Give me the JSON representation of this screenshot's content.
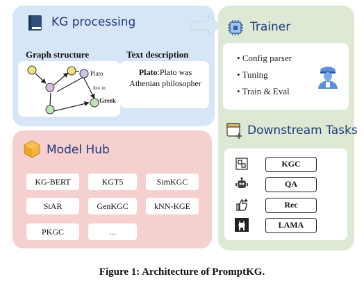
{
  "kg_processing": {
    "title": "KG processing",
    "icon": "book-icon",
    "graph_structure": {
      "label": "Graph structure",
      "node_labels": [
        "Plato",
        "Greek"
      ],
      "edge_label": "live in"
    },
    "text_description": {
      "label": "Text description",
      "entity": "Plato",
      "text": ":Plato was Athenian philosopher"
    }
  },
  "trainer": {
    "title": "Trainer",
    "icon": "chip-icon",
    "items": [
      "Config parser",
      "Tuning",
      "Train & Eval"
    ],
    "figure_icon": "person-icon"
  },
  "downstream": {
    "title": "Downstream Tasks",
    "icon": "window-add-icon",
    "tasks": [
      {
        "label": "KGC",
        "icon": "graph-box-icon"
      },
      {
        "label": "QA",
        "icon": "robot-icon"
      },
      {
        "label": "Rec",
        "icon": "thumbs-up-icon"
      },
      {
        "label": "LAMA",
        "icon": "llama-icon"
      }
    ]
  },
  "model_hub": {
    "title": "Model Hub",
    "icon": "cube-icon",
    "models": [
      "KG-BERT",
      "KGT5",
      "SimKGC",
      "StAR",
      "GenKGC",
      "kNN-KGE",
      "PKGC",
      "..."
    ]
  },
  "caption": "Figure 1: Architecture of PromptKG.",
  "colors": {
    "kg_panel": "#d6e6f7",
    "trainer_panel": "#dde9d4",
    "hub_panel": "#f6cfcf",
    "title_text": "#1e3a78",
    "arrow": "#d9e6f4"
  }
}
